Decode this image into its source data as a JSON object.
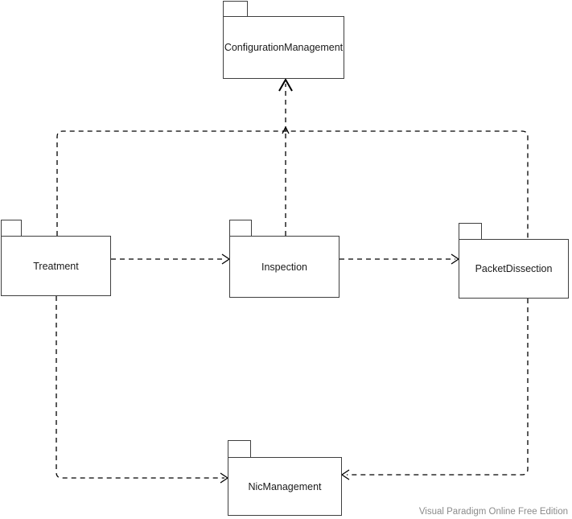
{
  "diagram": {
    "type": "uml-package-diagram",
    "packages": [
      {
        "id": "configurationmanagement",
        "name": "ConfigurationManagement"
      },
      {
        "id": "treatment",
        "name": "Treatment"
      },
      {
        "id": "inspection",
        "name": "Inspection"
      },
      {
        "id": "packetdissection",
        "name": "PacketDissection"
      },
      {
        "id": "nicmanagement",
        "name": "NicManagement"
      }
    ],
    "dependencies": [
      {
        "from": "Treatment",
        "to": "Inspection",
        "style": "dashed-open-arrow"
      },
      {
        "from": "Inspection",
        "to": "PacketDissection",
        "style": "dashed-open-arrow"
      },
      {
        "from": "Inspection",
        "to": "ConfigurationManagement",
        "style": "dashed-open-arrow"
      },
      {
        "from": "Treatment",
        "to": "ConfigurationManagement",
        "style": "dashed-open-arrow"
      },
      {
        "from": "PacketDissection",
        "to": "ConfigurationManagement",
        "style": "dashed-open-arrow"
      },
      {
        "from": "Treatment",
        "to": "NicManagement",
        "style": "dashed-open-arrow"
      },
      {
        "from": "PacketDissection",
        "to": "NicManagement",
        "style": "dashed-open-arrow"
      }
    ],
    "colors": {
      "background": "#ffffff",
      "shape_border": "#3f3f3f",
      "shape_fill": "#ffffff",
      "connector": "#000000",
      "label_text": "#1a1a1a",
      "watermark_text": "#8b8b8b"
    },
    "watermark": "Visual Paradigm Online Free Edition"
  }
}
